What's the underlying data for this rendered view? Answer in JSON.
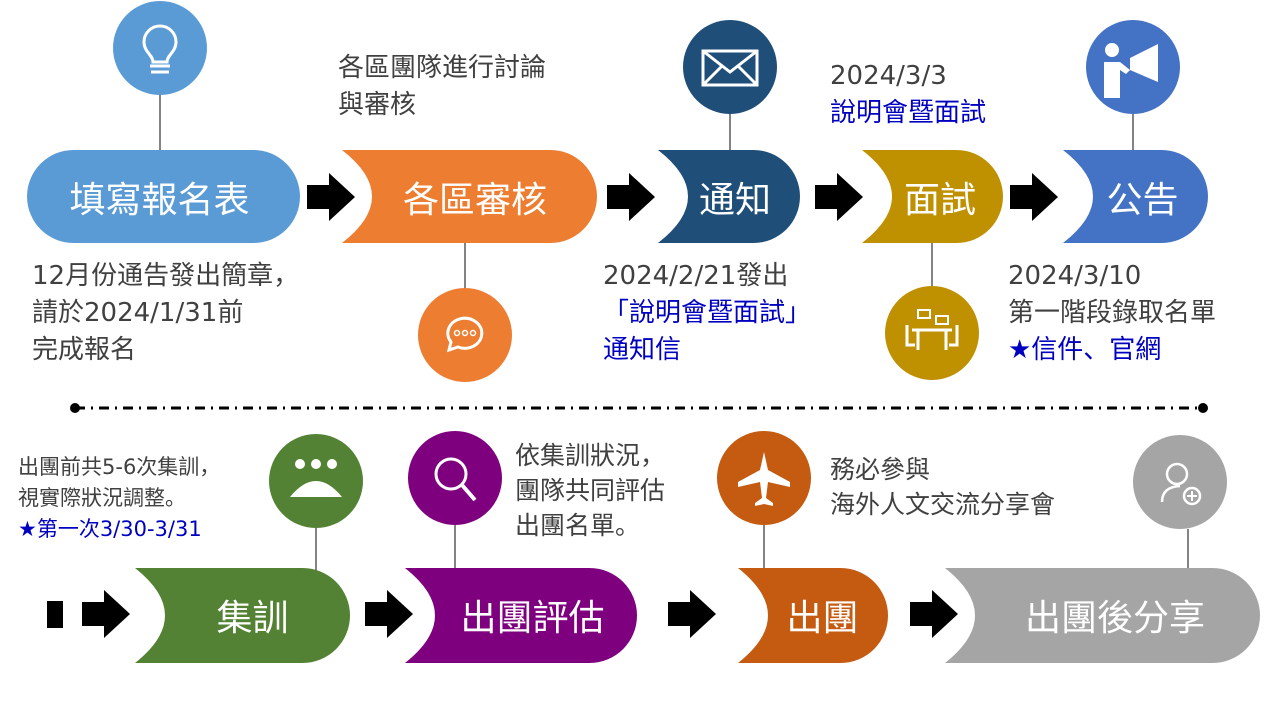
{
  "colors": {
    "blue": "#5b9bd5",
    "orange": "#ed7d31",
    "navy": "#1f4e79",
    "gold": "#bf9000",
    "royal": "#4472c4",
    "green": "#548235",
    "purple": "#7f007f",
    "rust": "#c55a11",
    "gray": "#a5a5a5",
    "note_blue": "#0000c0"
  },
  "steps_top": [
    {
      "label": "填寫報名表",
      "icon": "lightbulb-icon"
    },
    {
      "label": "各區審核",
      "icon": "chat-bubble-icon"
    },
    {
      "label": "通知",
      "icon": "mail-icon"
    },
    {
      "label": "面試",
      "icon": "meeting-icon"
    },
    {
      "label": "公告",
      "icon": "megaphone-icon"
    }
  ],
  "steps_bottom": [
    {
      "label": "集訓",
      "icon": "group-icon"
    },
    {
      "label": "出團評估",
      "icon": "search-icon"
    },
    {
      "label": "出團",
      "icon": "airplane-icon"
    },
    {
      "label": "出團後分享",
      "icon": "add-user-icon"
    }
  ],
  "notes": {
    "register": [
      "12月份通告發出簡章，",
      "請於2024/1/31前",
      "完成報名"
    ],
    "review": [
      "各區團隊進行討論",
      "與審核"
    ],
    "notify": [
      "2024/2/21發出",
      "「說明會暨面試」",
      "通知信"
    ],
    "interview": [
      "2024/3/3",
      "說明會暨面試"
    ],
    "announce": [
      "2024/3/10",
      "第一階段錄取名單",
      "★信件、官網"
    ],
    "training": [
      "出團前共5-6次集訓，",
      "視實際狀況調整。",
      "★第一次3/30-3/31"
    ],
    "evaluate": [
      "依集訓狀況，",
      "團隊共同評估",
      "出團名單。"
    ],
    "share": [
      "務必參與",
      "海外人文交流分享會"
    ]
  }
}
